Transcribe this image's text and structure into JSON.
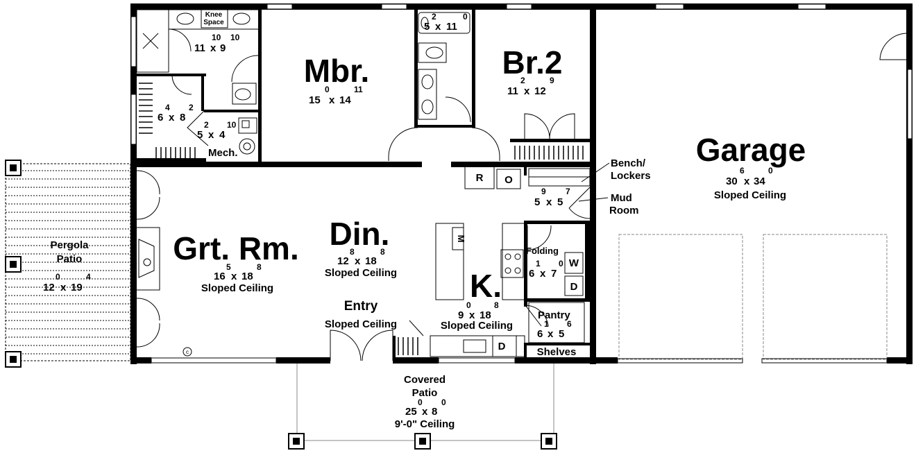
{
  "rooms": {
    "master_bath": {
      "size_a": "11",
      "sup_a": "10",
      "size_b": "9",
      "sup_b": "10"
    },
    "knee_space": {
      "line1": "Knee",
      "line2": "Space"
    },
    "tub": {
      "size_a": "5",
      "sup_a": "2",
      "size_b": "11",
      "sup_b": "0"
    },
    "master": {
      "name": "Mbr.",
      "size_a": "15",
      "sup_a": "0",
      "size_b": "14",
      "sup_b": "11"
    },
    "bedroom2": {
      "name": "Br.2",
      "size_a": "11",
      "sup_a": "2",
      "size_b": "12",
      "sup_b": "9"
    },
    "closet": {
      "size_a": "6",
      "sup_a": "4",
      "size_b": "8",
      "sup_b": "2"
    },
    "wc": {
      "size_a": "5",
      "sup_a": "2",
      "size_b": "4",
      "sup_b": "10"
    },
    "mech": {
      "name": "Mech."
    },
    "garage": {
      "name": "Garage",
      "size_a": "30",
      "sup_a": "6",
      "size_b": "34",
      "sup_b": "0",
      "ceiling": "Sloped Ceiling"
    },
    "bench_lockers": {
      "line1": "Bench/",
      "line2": "Lockers"
    },
    "mud_room": {
      "line1": "Mud",
      "line2": "Room",
      "size_a": "5",
      "sup_a": "9",
      "size_b": "5",
      "sup_b": "7"
    },
    "great_room": {
      "name": "Grt. Rm.",
      "size_a": "16",
      "sup_a": "5",
      "size_b": "18",
      "sup_b": "8",
      "ceiling": "Sloped Ceiling"
    },
    "dining": {
      "name": "Din.",
      "size_a": "12",
      "sup_a": "8",
      "size_b": "18",
      "sup_b": "8",
      "ceiling": "Sloped Ceiling"
    },
    "kitchen": {
      "name": "K.",
      "size_a": "9",
      "sup_a": "0",
      "size_b": "18",
      "sup_b": "8",
      "ceiling": "Sloped Ceiling"
    },
    "entry": {
      "name": "Entry",
      "ceiling": "Sloped Ceiling"
    },
    "laundry": {
      "name": "Folding",
      "size_a": "6",
      "sup_a": "1",
      "size_b": "7",
      "sup_b": "0"
    },
    "pantry": {
      "name": "Pantry",
      "size_a": "6",
      "sup_a": "1",
      "size_b": "5",
      "sup_b": "6"
    },
    "shelves": {
      "name": "Shelves"
    },
    "pergola": {
      "line1": "Pergola",
      "line2": "Patio",
      "size_a": "12",
      "sup_a": "0",
      "size_b": "19",
      "sup_b": "4"
    },
    "covered_patio": {
      "line1": "Covered",
      "line2": "Patio",
      "size_a": "25",
      "sup_a": "0",
      "size_b": "8",
      "sup_b": "0",
      "ceiling": "9'-0\" Ceiling"
    }
  },
  "appliances": {
    "refrigerator": "R",
    "oven": "O",
    "microwave": "M",
    "washer": "W",
    "dryer": "D",
    "dishwasher": "D",
    "closet_symbol": "c"
  },
  "size_separator": "x",
  "colors": {
    "wall": "#000000",
    "line": "#000000",
    "background": "#ffffff",
    "light_line": "#888888"
  }
}
